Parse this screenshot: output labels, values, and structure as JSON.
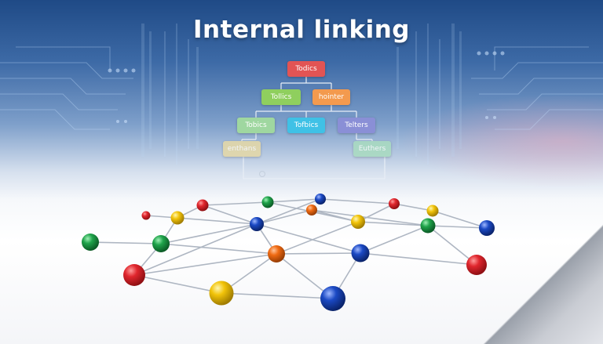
{
  "title": "Internal linking",
  "tree": {
    "root": {
      "label": "Todics",
      "color": "#e25454"
    },
    "level2": [
      {
        "label": "Tollics",
        "color": "#8fcf5e"
      },
      {
        "label": "hointer",
        "color": "#f39a4e"
      }
    ],
    "level3": [
      {
        "label": "Tobics",
        "color": "#9fd7a0"
      },
      {
        "label": "Tofbics",
        "color": "#3fc1e6"
      },
      {
        "label": "Telters",
        "color": "#8a8fd6"
      }
    ],
    "level4": [
      {
        "label": "enthans",
        "color": "#e6d9a6"
      },
      {
        "label": "Euthers",
        "color": "#a9dcc0"
      }
    ]
  },
  "colors": {
    "red": "#d8232a",
    "green": "#1fa34a",
    "blue": "#1b49c4",
    "yellow": "#f2c40a",
    "orange": "#ef6a12"
  }
}
